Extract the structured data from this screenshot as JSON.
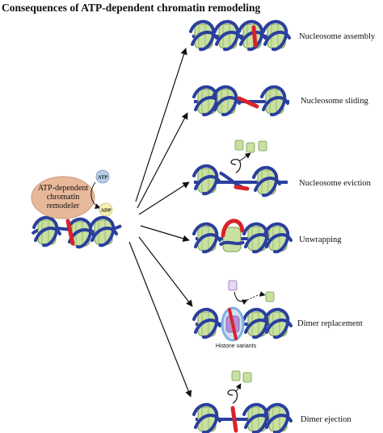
{
  "title": "Consequences of ATP-dependent chromatin remodeling",
  "remodeler": {
    "label_lines": [
      "ATP-dependent",
      "chromatin",
      "remodeler"
    ],
    "atp": "ATP",
    "adp": "ADP"
  },
  "outcomes": [
    {
      "label": "Nucleosome assembly"
    },
    {
      "label": "Nucleosome sliding"
    },
    {
      "label": "Nucleosome eviction"
    },
    {
      "label": "Unwrapping"
    },
    {
      "label": "Dimer replacement"
    },
    {
      "label": "Dimer ejection"
    }
  ],
  "histone_variants_label": "Histone variants",
  "colors": {
    "dna": "#2a3f9e",
    "nucleosome": "#c8e0a0",
    "nucleosome_stroke": "#7a9a55",
    "linker_highlight": "#d8232a",
    "remodeler_fill": "#e8b89a",
    "variant": "#7fb0e0",
    "variant_stroke": "#8a6ab8"
  }
}
